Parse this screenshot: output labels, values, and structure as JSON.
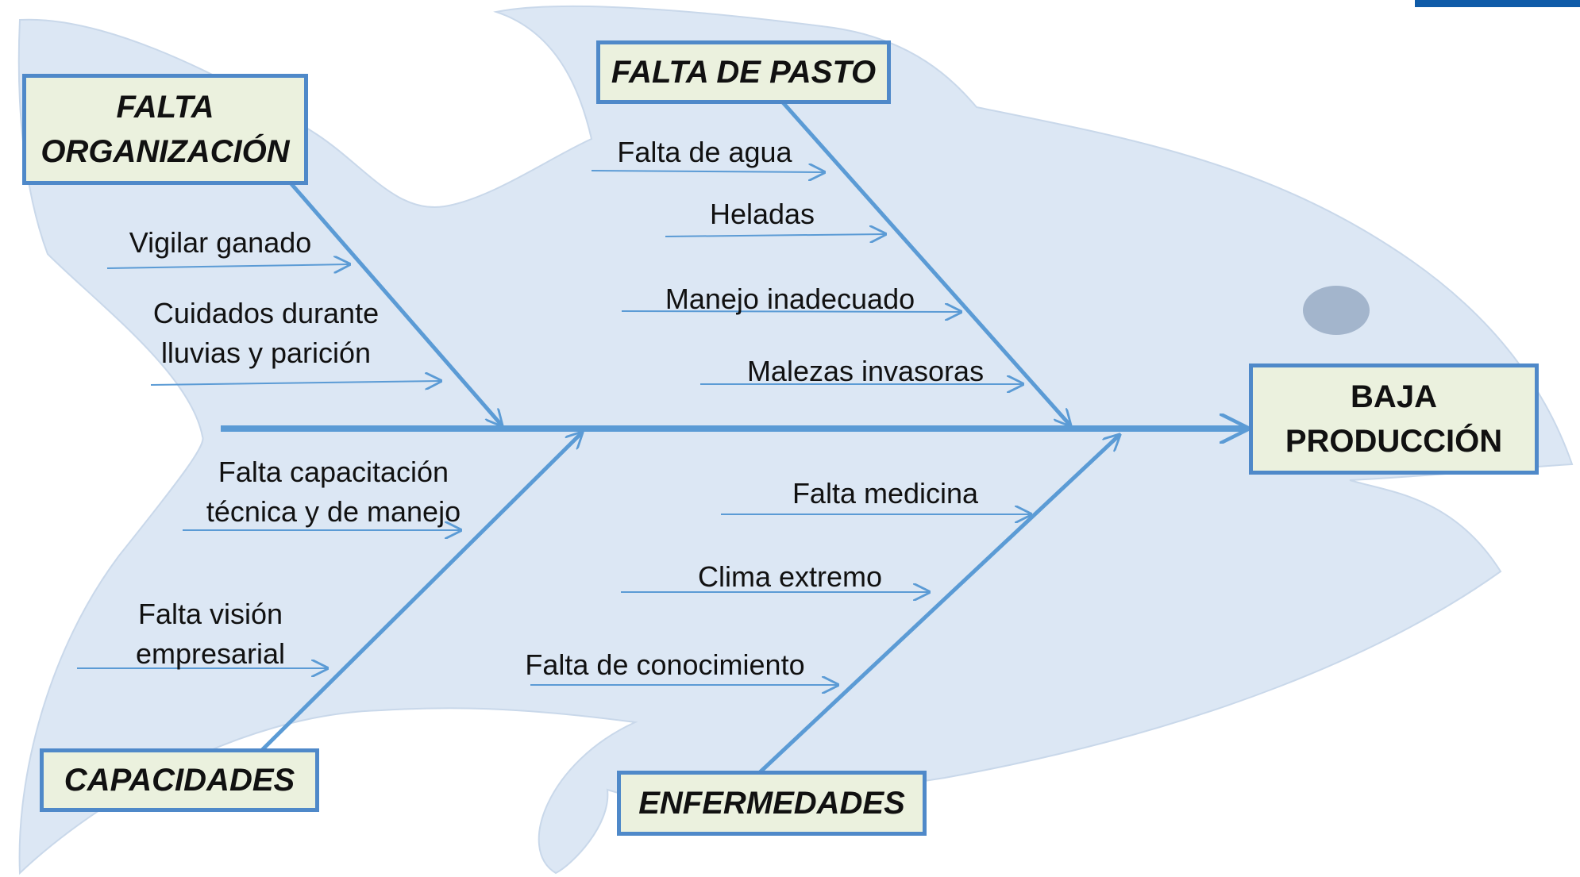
{
  "effect": {
    "text_line1": "BAJA",
    "text_line2": "PRODUCCIÓN"
  },
  "categories": {
    "falta_organizacion": {
      "line1": "FALTA",
      "line2": "ORGANIZACIÓN"
    },
    "falta_de_pasto": {
      "label": "FALTA DE PASTO"
    },
    "capacidades": {
      "label": "CAPACIDADES"
    },
    "enfermedades": {
      "label": "ENFERMEDADES"
    }
  },
  "causes": {
    "vigilar_ganado": "Vigilar ganado",
    "cuidados_1": "Cuidados durante",
    "cuidados_2": "lluvias y parición",
    "falta_de_agua": "Falta de agua",
    "heladas": "Heladas",
    "manejo_inadecuado": "Manejo inadecuado",
    "malezas_invasoras": "Malezas invasoras",
    "capacitacion_1": "Falta capacitación",
    "capacitacion_2": "técnica y de manejo",
    "vision_1": "Falta visión",
    "vision_2": "empresarial",
    "falta_medicina": "Falta medicina",
    "clima_extremo": "Clima extremo",
    "falta_de_conocimiento": "Falta de conocimiento"
  },
  "colors": {
    "fish_fill": "#dce7f4",
    "line": "#5b9bd5",
    "box_fill": "#ebf1de",
    "box_border": "#4f89c9",
    "eye": "#a3b5cc",
    "corner_bar": "#0f5ba8"
  }
}
